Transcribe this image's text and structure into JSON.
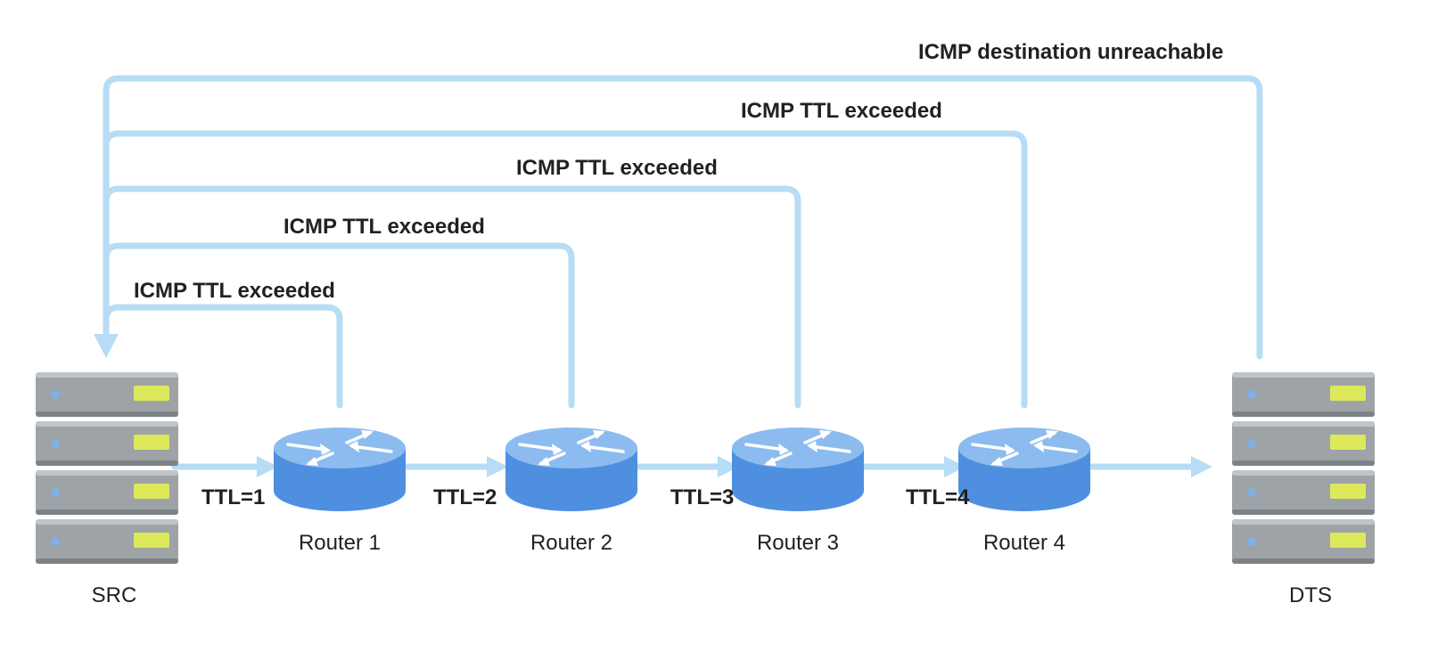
{
  "icmp_messages": [
    "ICMP TTL exceeded",
    "ICMP TTL exceeded",
    "ICMP TTL exceeded",
    "ICMP TTL exceeded",
    "ICMP destination unreachable"
  ],
  "ttl_labels": [
    "TTL=1",
    "TTL=2",
    "TTL=3",
    "TTL=4"
  ],
  "routers": [
    {
      "label": "Router 1"
    },
    {
      "label": "Router 2"
    },
    {
      "label": "Router 3"
    },
    {
      "label": "Router 4"
    }
  ],
  "source": {
    "label": "SRC"
  },
  "destination": {
    "label": "DTS"
  },
  "colors": {
    "line": "#b7dcf5",
    "router_top": "#8cbcef",
    "router_body": "#4f8fe0",
    "server_body": "#9aa0a6",
    "server_led": "#dde85a",
    "server_dot": "#7fb1e3"
  },
  "icons": {
    "router": "router-icon",
    "server": "server-icon"
  }
}
